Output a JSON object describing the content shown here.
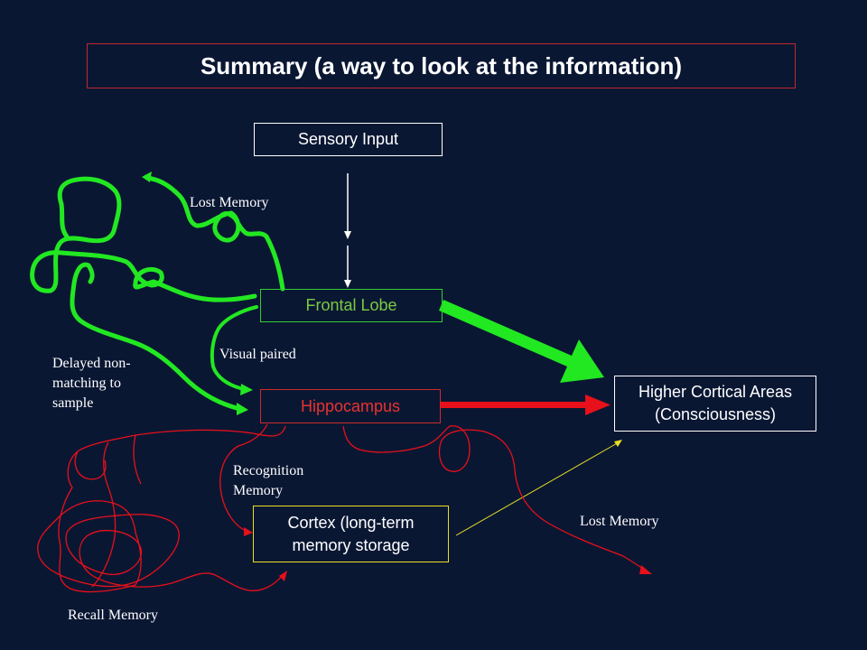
{
  "title": "Summary (a way to look at the information)",
  "nodes": {
    "sensory_input": "Sensory Input",
    "frontal_lobe": "Frontal Lobe",
    "hippocampus": "Hippocampus",
    "higher_cortical": [
      "Higher Cortical Areas",
      "(Consciousness)"
    ],
    "cortex": [
      "Cortex (long-term",
      "memory storage"
    ]
  },
  "labels": {
    "lost_memory_top": "Lost Memory",
    "visual_paired": "Visual paired",
    "delayed": [
      "Delayed non-",
      "matching to",
      "sample"
    ],
    "recognition": [
      "Recognition",
      "Memory"
    ],
    "lost_memory_right": "Lost Memory",
    "recall": "Recall Memory"
  },
  "colors": {
    "background": "#0a1733",
    "green": "#22e822",
    "red": "#e8101a",
    "yellow": "#e8e020",
    "white": "#ffffff"
  }
}
